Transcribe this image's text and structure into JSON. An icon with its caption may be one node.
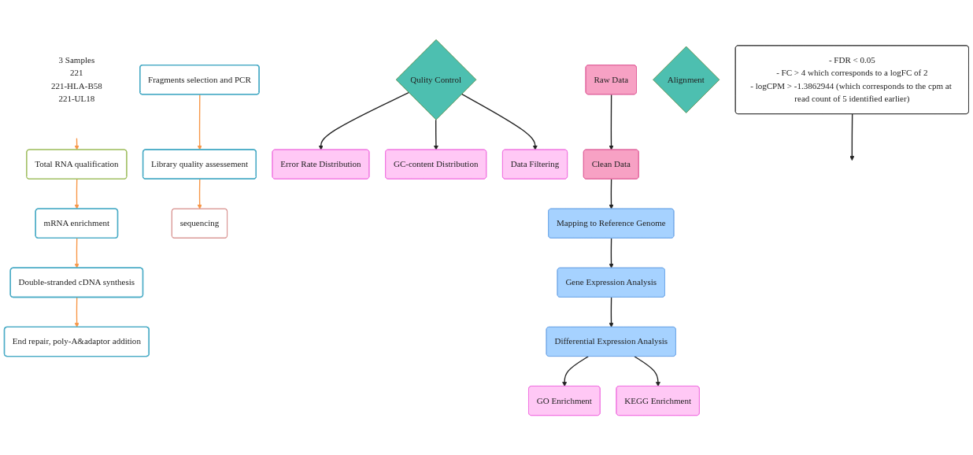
{
  "diagram": {
    "nodes": [
      {
        "text": [
          "3 Samples",
          "221",
          "221-HLA-B58",
          "221-UL18"
        ]
      },
      {
        "text": [
          "Total RNA qualification"
        ]
      },
      {
        "text": [
          "mRNA enrichment"
        ]
      },
      {
        "text": [
          "Double-stranded cDNA synthesis"
        ]
      },
      {
        "text": [
          "End repair, poly-A&adaptor addition"
        ]
      },
      {
        "text": [
          "Fragments selection and PCR"
        ]
      },
      {
        "text": [
          "Library quality assessement"
        ]
      },
      {
        "text": [
          "sequencing"
        ]
      },
      {
        "text": [
          "Raw Data"
        ]
      },
      {
        "text": [
          "Qulity Control"
        ]
      },
      {
        "text": [
          "Error Rate Distribution"
        ]
      },
      {
        "text": [
          "GC-content Distribution"
        ]
      },
      {
        "text": [
          "Data Filtering"
        ]
      },
      {
        "text": [
          "Clean Data"
        ]
      },
      {
        "text": [
          "Alignment"
        ]
      },
      {
        "text": [
          "Mapping to Reference Genome"
        ]
      },
      {
        "text": [
          "Gene Expression Analysis"
        ]
      },
      {
        "text": [
          "- FDR < 0.05",
          "- FC > 4 which corresponds to a logFC of 2",
          "- logCPM > -1.3862944 (which corresponds to the cpm at read count of 5 identified earlier)"
        ]
      },
      {
        "text": [
          "Differential Expression Analysis"
        ]
      },
      {
        "text": [
          "GO Enrichment"
        ]
      },
      {
        "text": [
          "KEGG Enrichment"
        ]
      }
    ],
    "edges": [
      {
        "from": 0,
        "to": 1,
        "arrow": "to",
        "color": "#f79646"
      },
      {
        "from": 1,
        "to": 2,
        "arrow": "to",
        "color": "#f79646"
      },
      {
        "from": 2,
        "to": 3,
        "arrow": "to",
        "color": "#f79646"
      },
      {
        "from": 3,
        "to": 4,
        "arrow": "to",
        "color": "#f79646"
      },
      {
        "from": 5,
        "to": 6,
        "arrow": "to",
        "color": "#f79646"
      },
      {
        "from": 6,
        "to": 7,
        "arrow": "to",
        "color": "#f79646"
      },
      {
        "from": 9,
        "to": 10,
        "arrow": "to"
      },
      {
        "from": 9,
        "to": 11,
        "arrow": "to"
      },
      {
        "from": 9,
        "to": 12,
        "arrow": "to"
      },
      {
        "from": 8,
        "to": 13,
        "arrow": "to"
      },
      {
        "from": 13,
        "to": 15,
        "arrow": "to"
      },
      {
        "from": 15,
        "to": 16,
        "arrow": "to"
      },
      {
        "from": 16,
        "to": 18,
        "arrow": "to"
      },
      {
        "from": 17,
        "to": null,
        "arrow": "to"
      },
      {
        "from": 18,
        "to": 19,
        "arrow": "to"
      },
      {
        "from": 18,
        "to": 20,
        "arrow": "to"
      }
    ]
  }
}
